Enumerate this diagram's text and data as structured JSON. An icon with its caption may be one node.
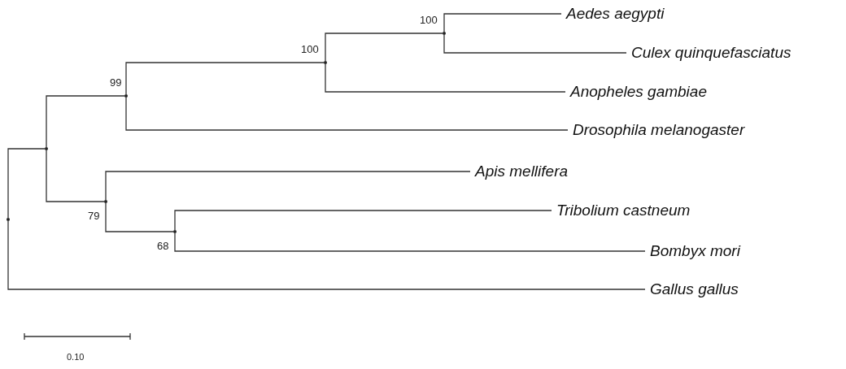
{
  "diagram": {
    "nodes": [
      {
        "text": [],
        "shape": "dot"
      },
      {
        "text": [],
        "shape": "dot"
      },
      {
        "text": [],
        "shape": "dot",
        "beside": [
          "99"
        ]
      },
      {
        "text": [],
        "shape": "dot",
        "beside": [
          "100"
        ]
      },
      {
        "text": [],
        "shape": "dot",
        "beside": [
          "100"
        ]
      },
      {
        "text": [
          "Aedes aegypti"
        ]
      },
      {
        "text": [
          "Culex quinquefasciatus"
        ]
      },
      {
        "text": [
          "Anopheles gambiae"
        ]
      },
      {
        "text": [
          "Drosophila melanogaster"
        ]
      },
      {
        "text": [],
        "shape": "dot",
        "beside": [
          "79"
        ]
      },
      {
        "text": [
          "Apis mellifera"
        ]
      },
      {
        "text": [],
        "shape": "dot",
        "beside": [
          "68"
        ]
      },
      {
        "text": [
          "Tribolium castneum"
        ]
      },
      {
        "text": [
          "Bombyx mori"
        ]
      },
      {
        "text": [
          "Gallus gallus"
        ]
      }
    ],
    "edges": [
      {
        "from": 0,
        "to": 1,
        "arrow": "none"
      },
      {
        "from": 0,
        "to": 14,
        "arrow": "none"
      },
      {
        "from": 1,
        "to": 2,
        "arrow": "none"
      },
      {
        "from": 1,
        "to": 9,
        "arrow": "none"
      },
      {
        "from": 2,
        "to": 3,
        "arrow": "none"
      },
      {
        "from": 2,
        "to": 8,
        "arrow": "none"
      },
      {
        "from": 3,
        "to": 4,
        "arrow": "none"
      },
      {
        "from": 3,
        "to": 7,
        "arrow": "none"
      },
      {
        "from": 4,
        "to": 5,
        "arrow": "none"
      },
      {
        "from": 4,
        "to": 6,
        "arrow": "none"
      },
      {
        "from": 9,
        "to": 10,
        "arrow": "none"
      },
      {
        "from": 9,
        "to": 11,
        "arrow": "none"
      },
      {
        "from": 11,
        "to": 12,
        "arrow": "none"
      },
      {
        "from": 11,
        "to": 13,
        "arrow": "none"
      }
    ],
    "labels": [
      "0.10"
    ]
  }
}
